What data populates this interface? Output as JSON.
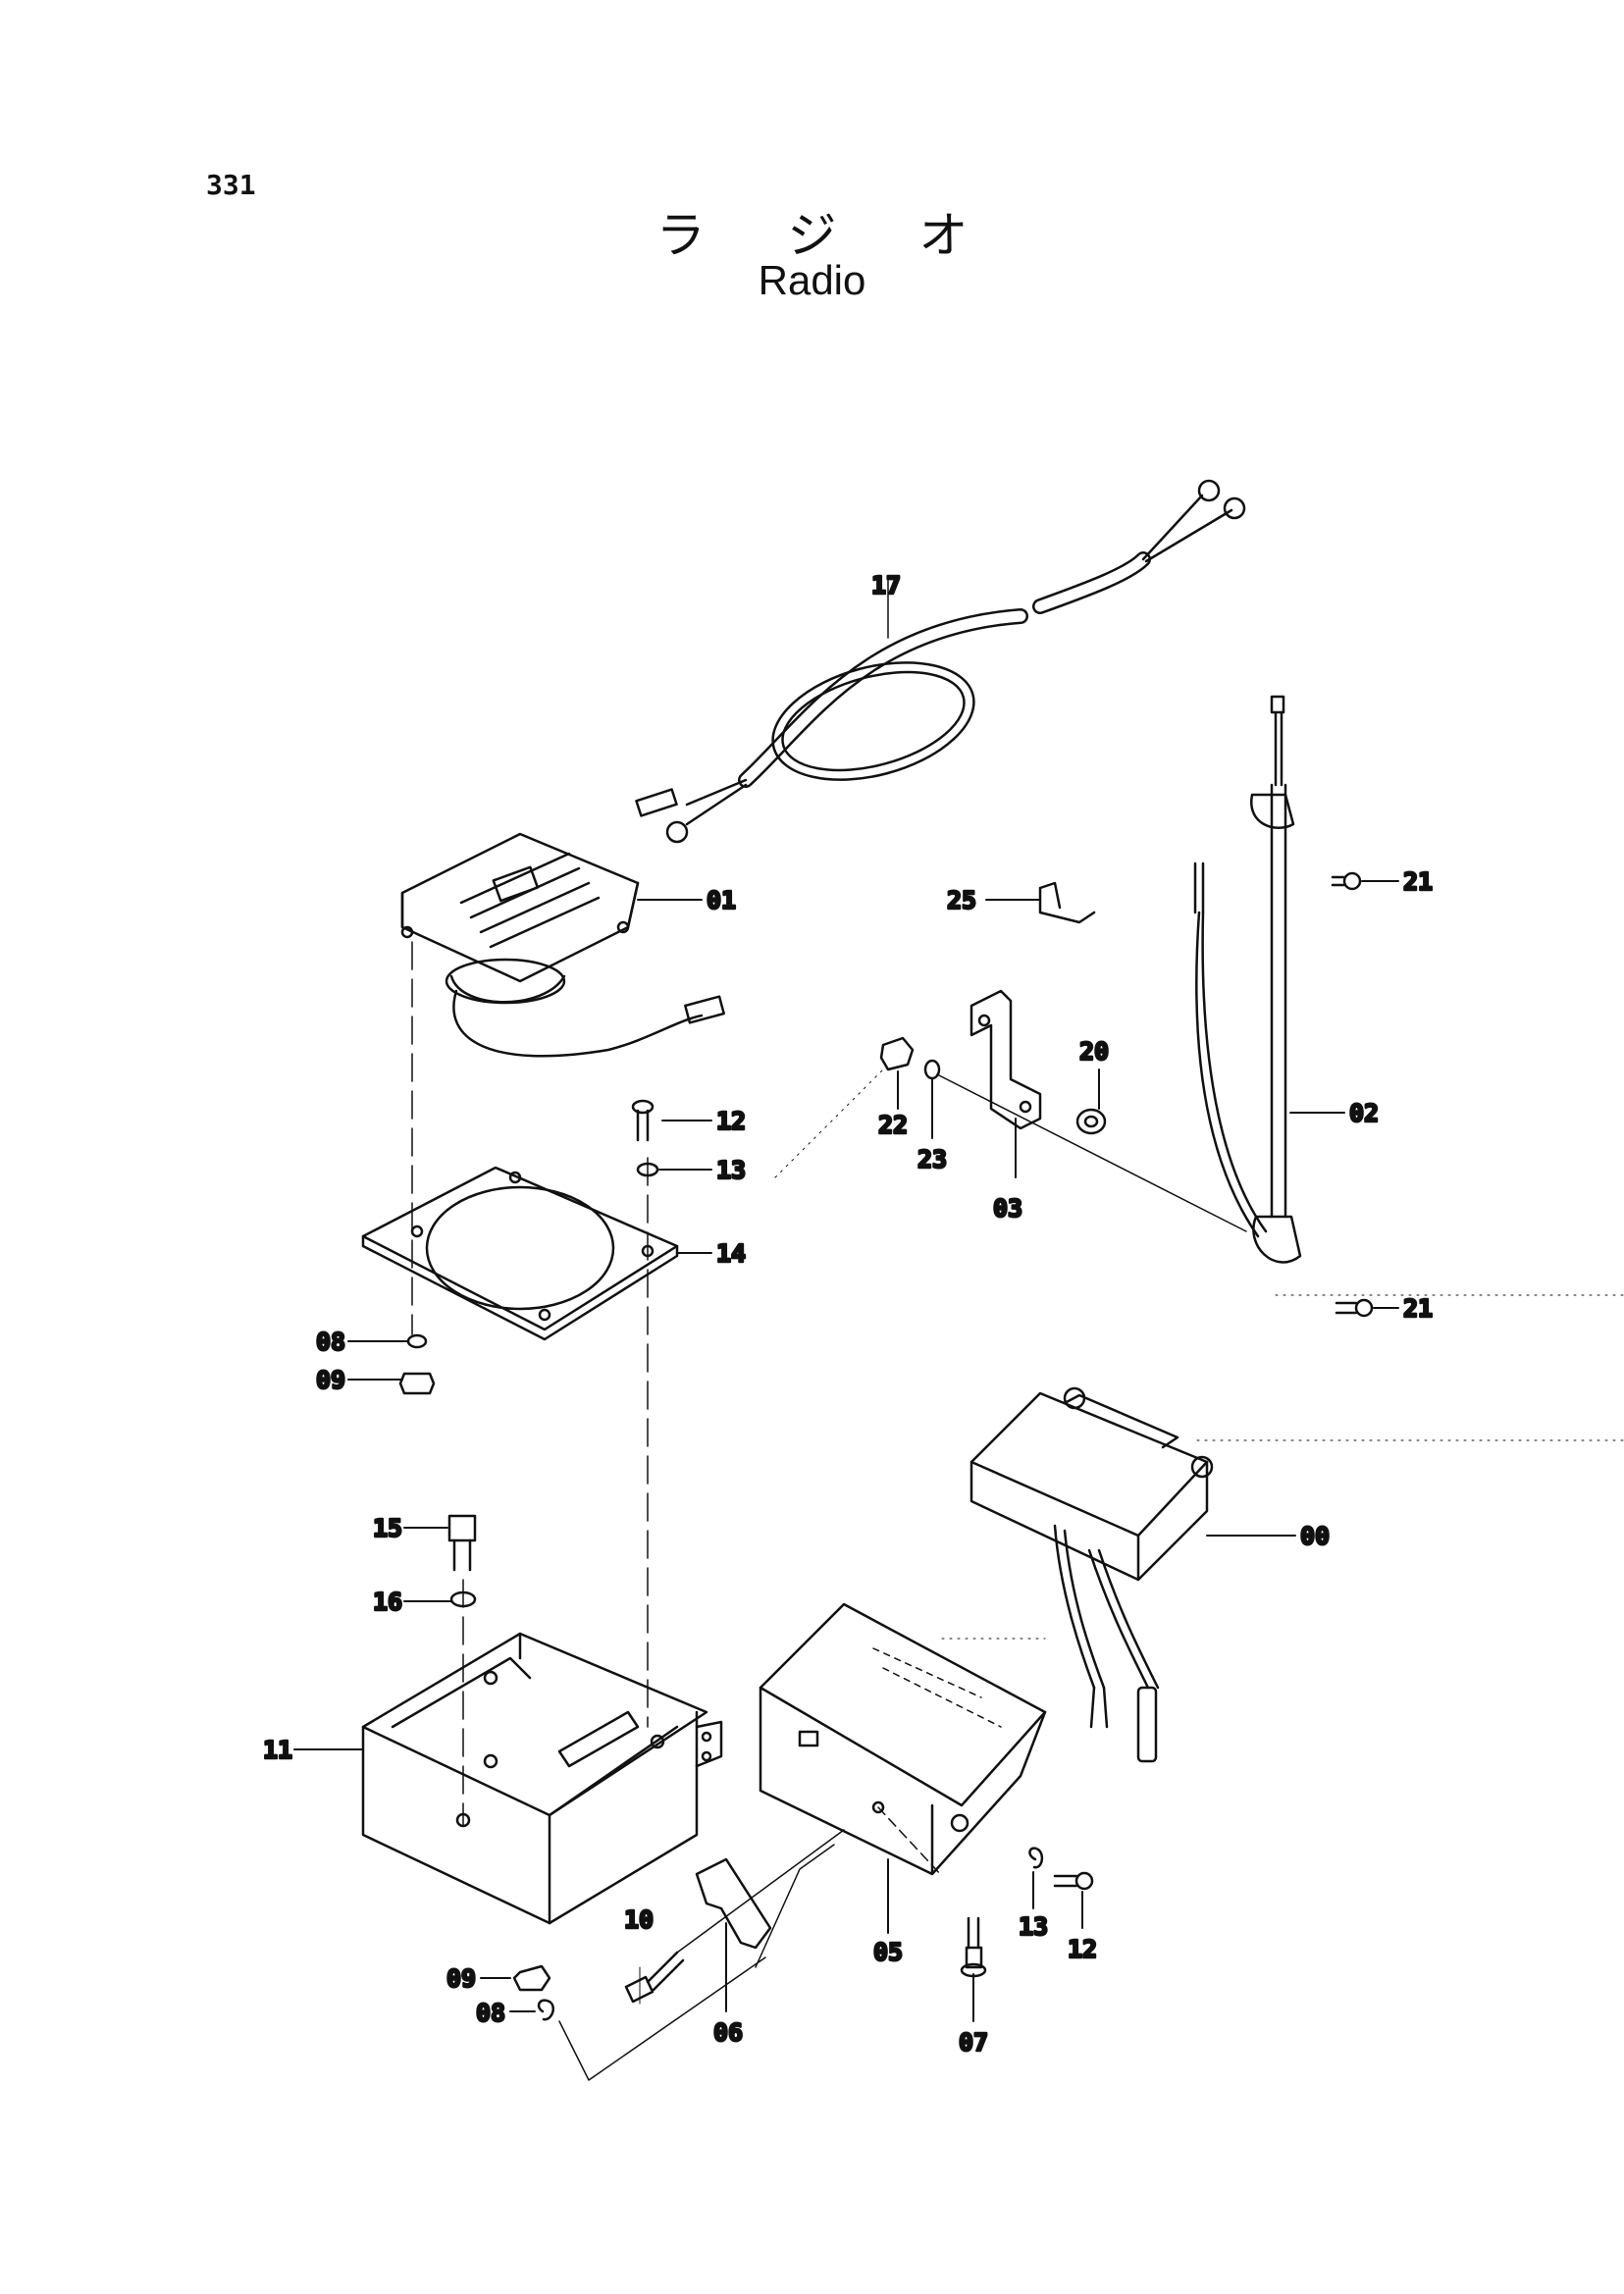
{
  "page_number": "331",
  "title_japanese": "ラ ジ オ",
  "title_english": "Radio",
  "callouts": {
    "c00": "00",
    "c01": "01",
    "c02": "02",
    "c03": "03",
    "c05": "05",
    "c06": "06",
    "c07": "07",
    "c08a": "08",
    "c08b": "08",
    "c09a": "09",
    "c09b": "09",
    "c10": "10",
    "c11": "11",
    "c12a": "12",
    "c12b": "12",
    "c13a": "13",
    "c13b": "13",
    "c14": "14",
    "c15": "15",
    "c16": "16",
    "c17": "17",
    "c20": "20",
    "c21a": "21",
    "c21b": "21",
    "c22": "22",
    "c23": "23",
    "c25": "25"
  }
}
